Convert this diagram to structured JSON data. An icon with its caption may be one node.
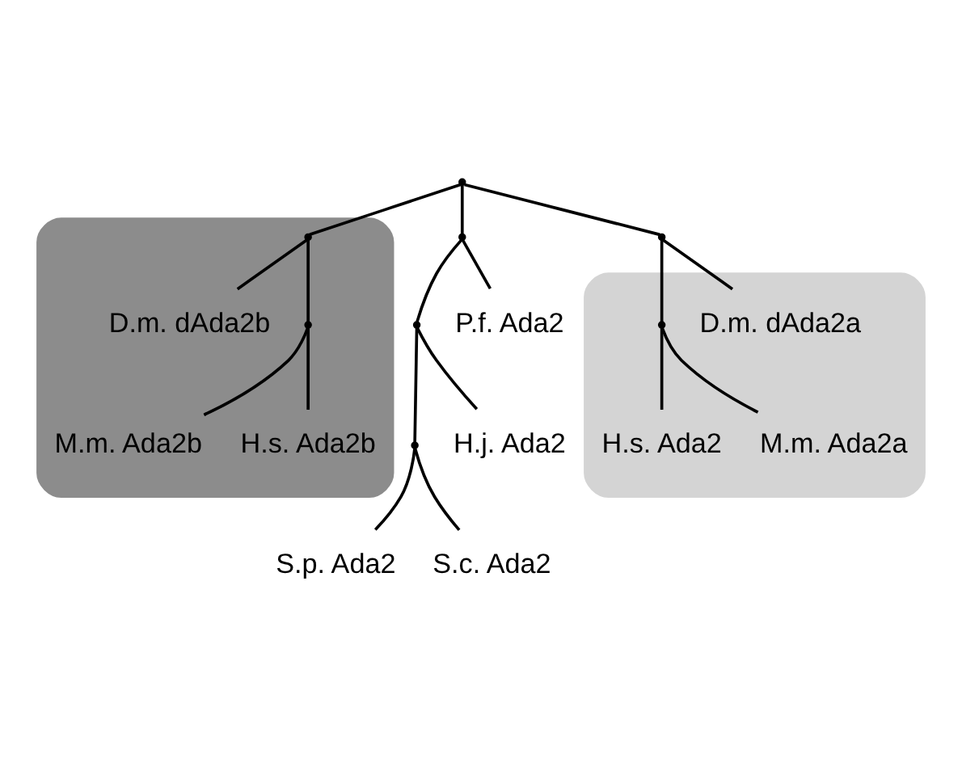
{
  "diagram": {
    "nodes": [
      {
        "text": [
          "S.p. Ada2"
        ]
      },
      {
        "text": [
          "H.j. Ada2"
        ]
      },
      {
        "text": [
          "S.c. Ada2"
        ]
      },
      {
        "text": [],
        "shape": "ellipse"
      },
      {
        "text": [
          "D.m. dAda2b"
        ],
        "in": 3
      },
      {
        "text": [
          "M.m. Ada2b"
        ],
        "in": 3
      },
      {
        "text": [
          "H.s. Ada2b"
        ],
        "in": 3
      },
      {
        "text": [
          "P.f. Ada2"
        ]
      },
      {
        "text": [],
        "shape": "ellipse"
      },
      {
        "text": [
          "H.s. Ada2"
        ],
        "in": 8
      },
      {
        "text": [
          "M.m. Ada2a"
        ],
        "in": 8
      },
      {
        "text": [
          "D.m. dAda2a"
        ],
        "in": 8
      },
      {
        "text": [],
        "shape": "point"
      },
      {
        "text": [],
        "shape": "point"
      },
      {
        "text": [],
        "shape": "point"
      },
      {
        "text": [],
        "shape": "point",
        "in": 3
      },
      {
        "text": [],
        "shape": "point",
        "in": 3
      },
      {
        "text": [],
        "shape": "point"
      },
      {
        "text": [],
        "shape": "point"
      },
      {
        "text": [],
        "shape": "point",
        "in": 8
      }
    ],
    "edges": [
      {
        "from": 12,
        "to": 0,
        "arrow": "none"
      },
      {
        "from": 12,
        "to": 2,
        "arrow": "none"
      },
      {
        "from": 13,
        "to": 1,
        "arrow": "none"
      },
      {
        "from": 13,
        "to": 12,
        "arrow": "none"
      },
      {
        "from": 14,
        "to": 13,
        "arrow": "none"
      },
      {
        "from": 14,
        "to": 7,
        "arrow": "none"
      },
      {
        "from": 17,
        "to": 14,
        "arrow": "none"
      },
      {
        "from": 17,
        "to": 15,
        "arrow": "none"
      },
      {
        "from": 15,
        "to": 4,
        "arrow": "none"
      },
      {
        "from": 15,
        "to": 16,
        "arrow": "none"
      },
      {
        "from": 16,
        "to": 5,
        "arrow": "none"
      },
      {
        "from": 16,
        "to": 6,
        "arrow": "none"
      },
      {
        "from": 17,
        "to": 18,
        "arrow": "none"
      },
      {
        "from": 18,
        "to": 19,
        "arrow": "none"
      },
      {
        "from": 18,
        "to": 11,
        "arrow": "none"
      },
      {
        "from": 19,
        "to": 9,
        "arrow": "none"
      },
      {
        "from": 19,
        "to": 10,
        "arrow": "none"
      }
    ]
  }
}
